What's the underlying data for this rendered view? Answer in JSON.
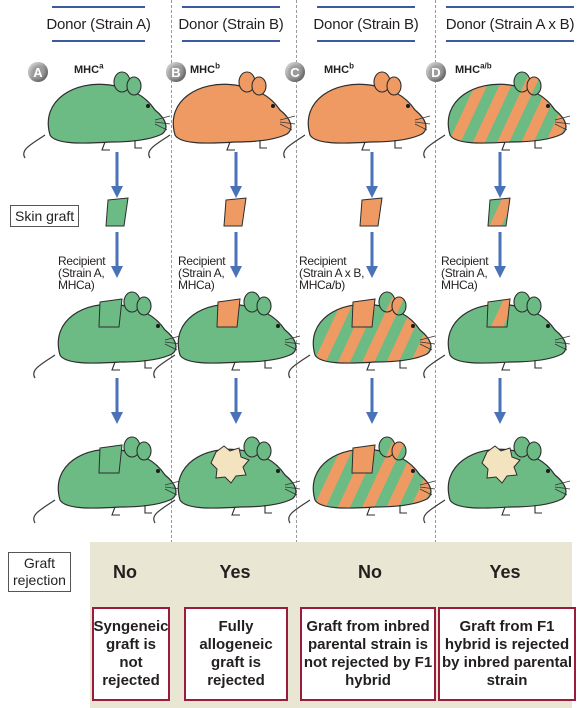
{
  "columns": [
    {
      "letter": "A",
      "donor": "Donor (Strain A)",
      "mhc_base": "MHC",
      "mhc_sup": "a",
      "recipient": "Recipient\n(Strain A,\nMHCa)",
      "rejection": "No",
      "summary": "Syngeneic graft is not rejected"
    },
    {
      "letter": "B",
      "donor": "Donor (Strain B)",
      "mhc_base": "MHC",
      "mhc_sup": "b",
      "recipient": "Recipient\n(Strain A,\nMHCa)",
      "rejection": "Yes",
      "summary": "Fully allogeneic graft is rejected"
    },
    {
      "letter": "C",
      "donor": "Donor (Strain B)",
      "mhc_base": "MHC",
      "mhc_sup": "b",
      "recipient": "Recipient\n(Strain A x B,\nMHCa/b)",
      "rejection": "No",
      "summary": "Graft from inbred parental strain is not rejected by F1 hybrid"
    },
    {
      "letter": "D",
      "donor": "Donor (Strain A x B)",
      "mhc_base": "MHC",
      "mhc_sup": "a/b",
      "recipient": "Recipient\n(Strain A,\nMHCa)",
      "rejection": "Yes",
      "summary": "Graft from F1 hybrid is rejected by inbred parental strain"
    }
  ],
  "labels": {
    "skin_graft": "Skin graft",
    "graft_rejection": "Graft\nrejection"
  },
  "colors": {
    "green": "#6dbb84",
    "orange": "#ef9a63",
    "header_line": "#3b5aa0",
    "arrow": "#4a72b8",
    "box_border": "#9a1c3d",
    "band": "#e9e6d3"
  }
}
